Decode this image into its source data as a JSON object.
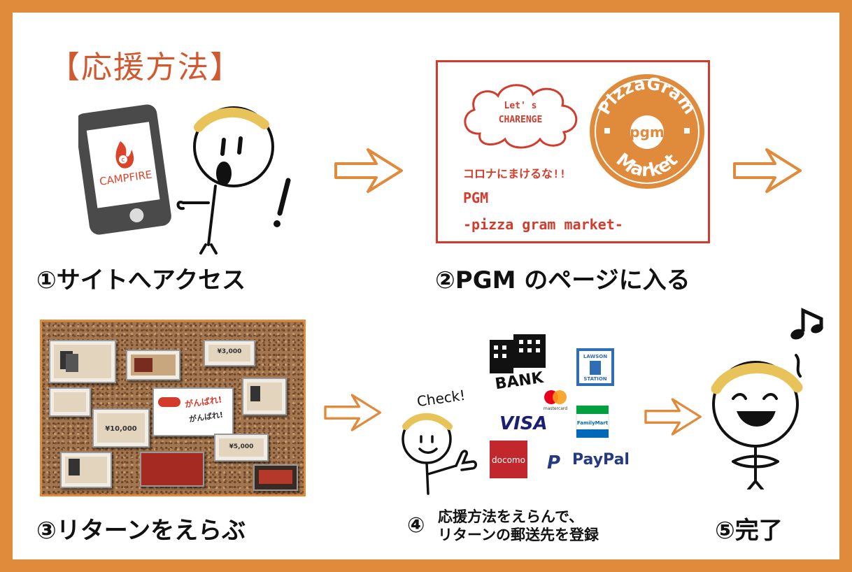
{
  "title": "【応援方法】",
  "steps": {
    "s1": "①サイトへアクセス",
    "s2": "②PGM のページに入る",
    "s3": "③リターンをえらぶ",
    "s4_num": "④",
    "s4_line1": "応援方法をえらんで、",
    "s4_line2": "リターンの郵送先を登録",
    "s5": "⑤完了"
  },
  "phone": {
    "brand": "CAMPFIRE"
  },
  "pgm": {
    "cloud_line1": "Let' s",
    "cloud_line2": "CHARENGE",
    "slogan": "コロナにまけるな!!",
    "name": "PGM",
    "full_name": "-pizza gram market-",
    "logo_top": "PizzaGram",
    "logo_mid": "pgm",
    "logo_bottom": "Market"
  },
  "board": {
    "banner_line1": "がんばれ!",
    "banner_line2": "がんばれ!",
    "price_1": "¥3,000",
    "price_2": "¥10,000",
    "price_3": "¥5,000"
  },
  "check_text": "Check!",
  "payments": {
    "bank": "BANK",
    "lawson_top": "LAWSON",
    "lawson_bottom": "STATION",
    "mastercard": "mastercard",
    "visa": "VISA",
    "familymart": "FamilyMart",
    "docomo": "docomo",
    "paypal": "PayPal"
  },
  "colors": {
    "border": "#e08a3c",
    "title": "#d2582f",
    "pgm_red": "#d33b2c",
    "arrow": "#e08a3c",
    "hair": "#e8c35a",
    "visa_blue": "#1a1f71",
    "paypal_blue": "#253b80",
    "docomo_red": "#c1272d"
  }
}
